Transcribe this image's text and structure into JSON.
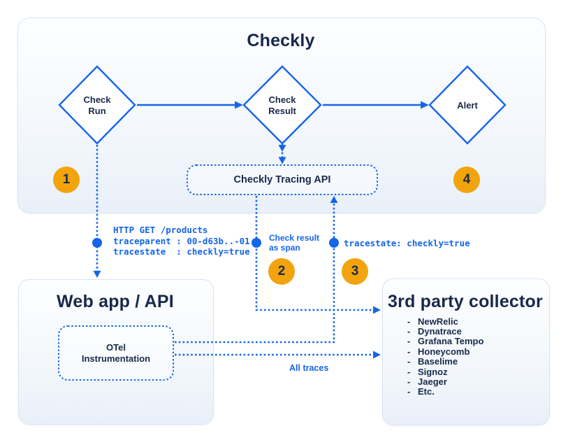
{
  "colors": {
    "accent_blue": "#1465E8",
    "text_navy": "#17294A",
    "badge_orange": "#F2A40D",
    "panel_fill_bottom": "#E9F0F9",
    "panel_border": "#D9E4F1"
  },
  "checkly": {
    "title": "Checkly",
    "nodes": {
      "check_run": "Check\nRun",
      "check_result": "Check\nResult",
      "alert": "Alert"
    },
    "tracing_api": "Checkly Tracing API"
  },
  "webapp": {
    "title": "Web app / API",
    "otel": "OTel\nInstrumentation"
  },
  "collector": {
    "title": "3rd party collector",
    "bullet": "-",
    "items": [
      "NewRelic",
      "Dynatrace",
      "Grafana Tempo",
      "Honeycomb",
      "Baselime",
      "Signoz",
      "Jaeger",
      "Etc."
    ]
  },
  "badges": {
    "b1": "1",
    "b2": "2",
    "b3": "3",
    "b4": "4"
  },
  "annotations": {
    "http_request": "HTTP GET /products\ntraceparent : 00-d63b..-01\ntracestate  : checkly=true",
    "check_result_span": "Check result\nas span",
    "tracestate": "tracestate: checkly=true",
    "all_traces": "All traces"
  }
}
